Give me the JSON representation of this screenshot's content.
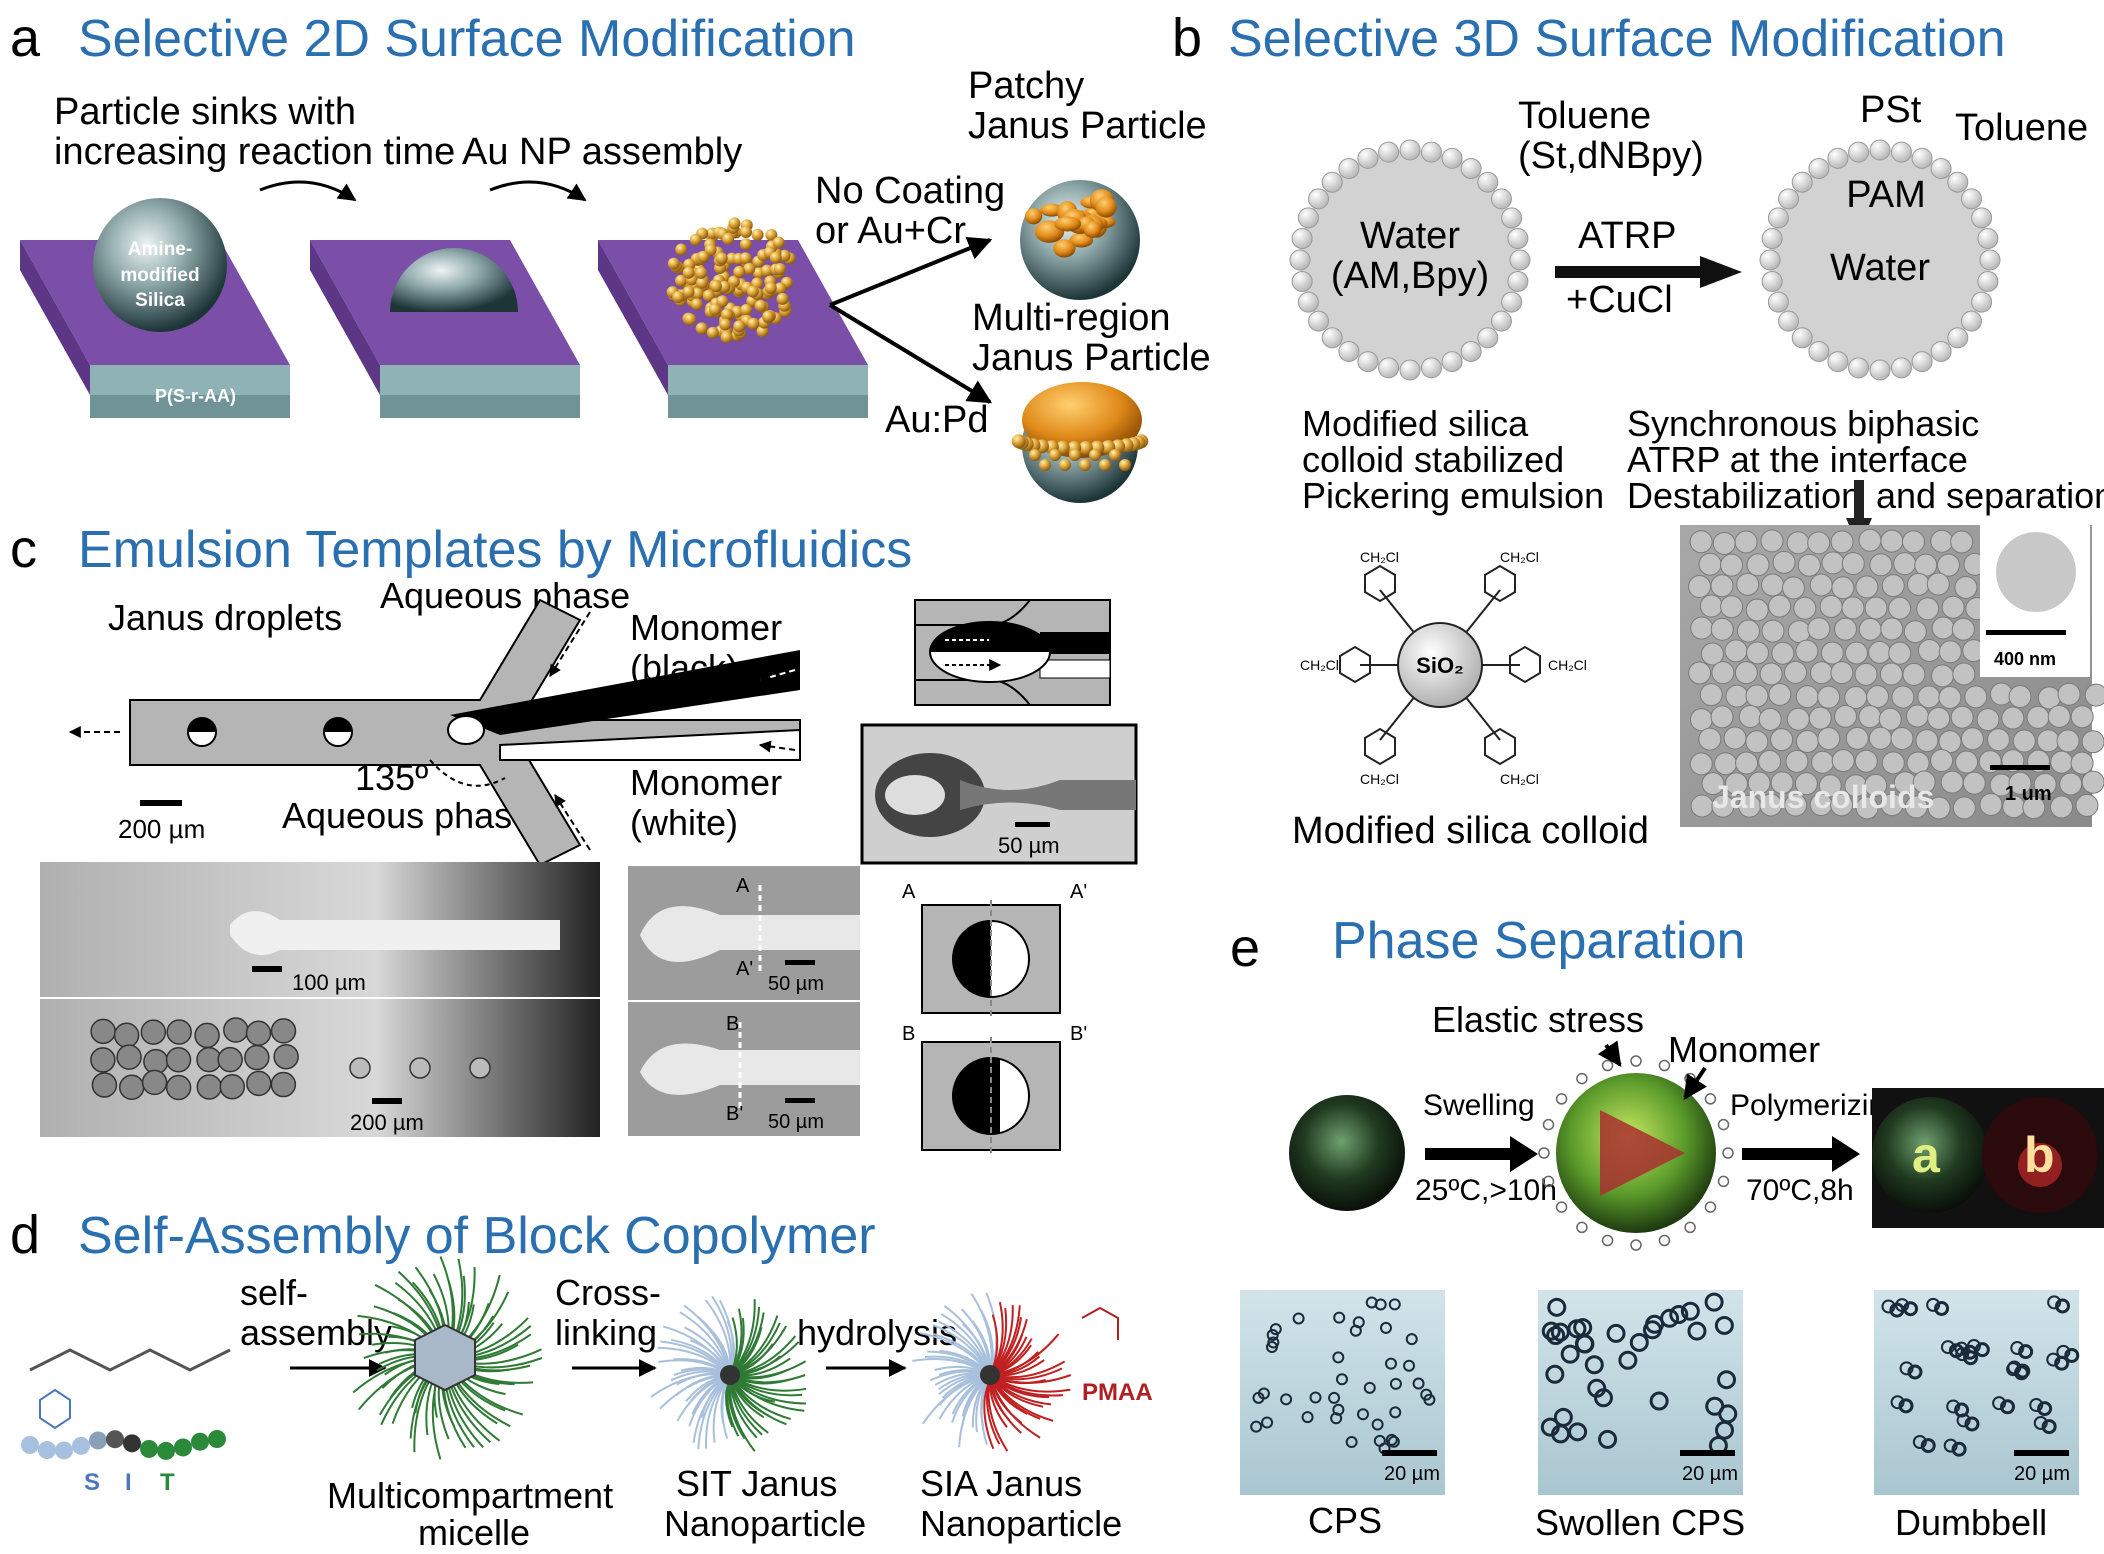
{
  "colors": {
    "title": "#2a6fb0",
    "purple": "#7b4fa8",
    "purple_dark": "#5d3785",
    "teal": "#8fb2b5",
    "gold": "#e0a63a",
    "gray": "#d2d2d2"
  },
  "panel_a": {
    "letter": "a",
    "title": "Selective 2D Surface Modification",
    "note1_l1": "Particle sinks with",
    "note1_l2": "increasing reaction time",
    "note2": "Au NP assembly",
    "sphere_l1": "Amine-",
    "sphere_l2": "modified",
    "sphere_l3": "Silica",
    "substrate": "P(S-r-AA)",
    "patchy_l1": "Patchy",
    "patchy_l2": "Janus Particle",
    "coat_l1": "No Coating",
    "coat_l2": "or Au+Cr",
    "multi_l1": "Multi-region",
    "multi_l2": "Janus Particle",
    "aupd": "Au:Pd"
  },
  "panel_b": {
    "letter": "b",
    "title": "Selective 3D Surface Modification",
    "toluene1_l1": "Toluene",
    "toluene1_l2": "(St,dNBpy)",
    "water1_l1": "Water",
    "water1_l2": "(AM,Bpy)",
    "atrp": "ATRP",
    "cucl": "+CuCl",
    "pst": "PSt",
    "toluene2": "Toluene",
    "pam": "PAM",
    "water2": "Water",
    "left_l1": "Modified silica",
    "left_l2": "colloid stabilized",
    "left_l3": "Pickering emulsion",
    "right_l1": "Synchronous biphasic",
    "right_l2": "ATRP at the interface",
    "right_l3": "Destabilization",
    "right_l3b": "and separation",
    "sio2": "SiO₂",
    "ch2cl": "CH₂Cl",
    "caption": "Modified silica colloid",
    "inset_scale": "400 nm",
    "main_scale": "1 um",
    "sem_label": "Janus colloids"
  },
  "panel_c": {
    "letter": "c",
    "title": "Emulsion Templates by Microfluidics",
    "janus": "Janus droplets",
    "aq1": "Aqueous phase",
    "aq2": "Aqueous phase",
    "mono_b_l1": "Monomer",
    "mono_b_l2": "(black)",
    "mono_w_l1": "Monomer",
    "mono_w_l2": "(white)",
    "angle": "135º",
    "scale1": "200 µm",
    "scale_top": "50 µm",
    "scale100": "100 µm",
    "scale200": "200 µm",
    "scale50a": "50 µm",
    "scale50b": "50 µm",
    "A": "A",
    "A2": "A'",
    "B": "B",
    "B2": "B'",
    "sA": "A",
    "sA2": "A'",
    "sB": "B",
    "sB2": "B'"
  },
  "panel_d": {
    "letter": "d",
    "title": "Self-Assembly of Block Copolymer",
    "self_l1": "self-",
    "self_l2": "assembly",
    "cross_l1": "Cross-",
    "cross_l2": "linking",
    "hydro": "hydrolysis",
    "pmaa": "PMAA",
    "s": "S",
    "i": "I",
    "t": "T",
    "multi_l1": "Multicompartment",
    "multi_l2": "micelle",
    "sit_l1": "SIT Janus",
    "sit_l2": "Nanoparticle",
    "sia_l1": "SIA Janus",
    "sia_l2": "Nanoparticle"
  },
  "panel_e": {
    "letter": "e",
    "title": "Phase Separation",
    "elastic": "Elastic stress",
    "monomer": "Monomer",
    "swelling": "Swelling",
    "cond1": "25ºC,>10h",
    "poly": "Polymerizing",
    "cond2": "70ºC,8h",
    "a": "a",
    "b": "b",
    "cps": "CPS",
    "swollen": "Swollen CPS",
    "dumbbell": "Dumbbell",
    "scale": "20 µm"
  }
}
